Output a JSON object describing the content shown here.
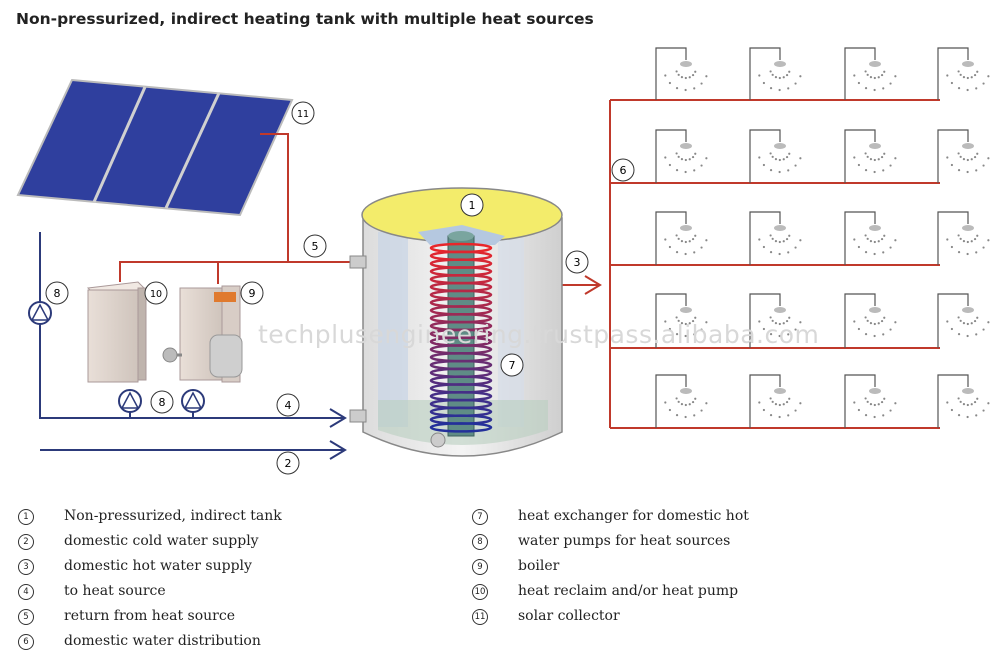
{
  "title": "Non-pressurized, indirect heating tank with multiple heat sources",
  "watermark": "techplusengineering.trustpass.alibaba.com",
  "callouts": {
    "n1": "1",
    "n2": "2",
    "n3": "3",
    "n4": "4",
    "n5": "5",
    "n6": "6",
    "n7": "7",
    "n8": "8",
    "n9": "9",
    "n10": "10",
    "n11": "11"
  },
  "legend": [
    {
      "num": "1",
      "text": "Non-pressurized, indirect tank"
    },
    {
      "num": "2",
      "text": "domestic cold water supply"
    },
    {
      "num": "3",
      "text": "domestic hot water supply"
    },
    {
      "num": "4",
      "text": "to heat source"
    },
    {
      "num": "5",
      "text": "return from heat source"
    },
    {
      "num": "6",
      "text": "domestic water distribution"
    },
    {
      "num": "7",
      "text": "heat exchanger for domestic hot"
    },
    {
      "num": "8",
      "text": "water pumps for heat sources"
    },
    {
      "num": "9",
      "text": "boiler"
    },
    {
      "num": "10",
      "text": "heat reclaim and/or heat pump"
    },
    {
      "num": "11",
      "text": "solar collector"
    }
  ],
  "colors": {
    "hot_pipe": "#c0392b",
    "cold_pipe": "#2c3a7a",
    "solar_panel": "#2f3f9e",
    "tank_lid": "#f3ec6b"
  }
}
